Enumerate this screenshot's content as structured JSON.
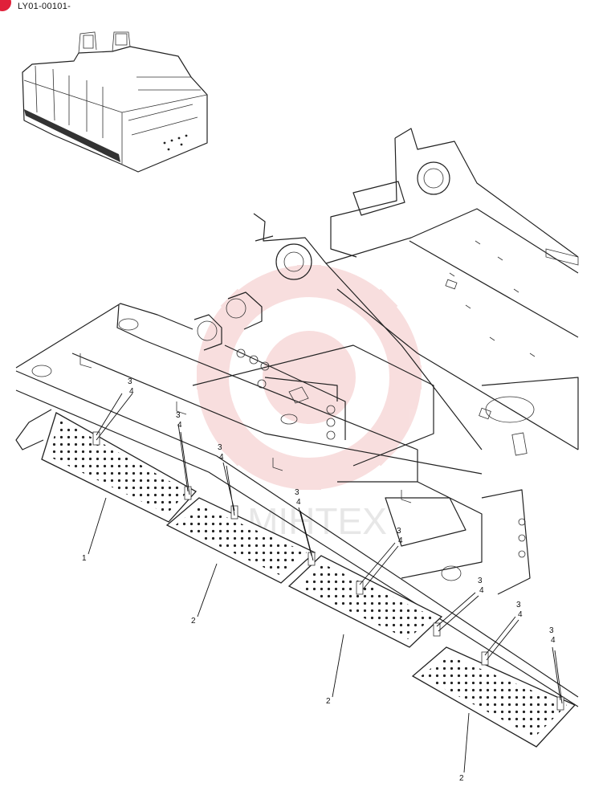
{
  "header": {
    "code": "LY01-00101-"
  },
  "brand": {
    "accent": "#e0203a",
    "watermark_color": "#f3c4c4",
    "watermark_text": "MIHTEX"
  },
  "callouts": {
    "c1": "1",
    "c2a": "2",
    "c2b": "2",
    "c2c": "2",
    "c3a": "3",
    "c4a": "4",
    "c3b": "3",
    "c4b": "4",
    "c3c": "3",
    "c4c": "4",
    "c3d": "3",
    "c4d": "4",
    "c3e": "3",
    "c4e": "4",
    "c3f": "3",
    "c4f": "4",
    "c3g": "3",
    "c4g": "4",
    "c3h": "3",
    "c4h": "4"
  }
}
